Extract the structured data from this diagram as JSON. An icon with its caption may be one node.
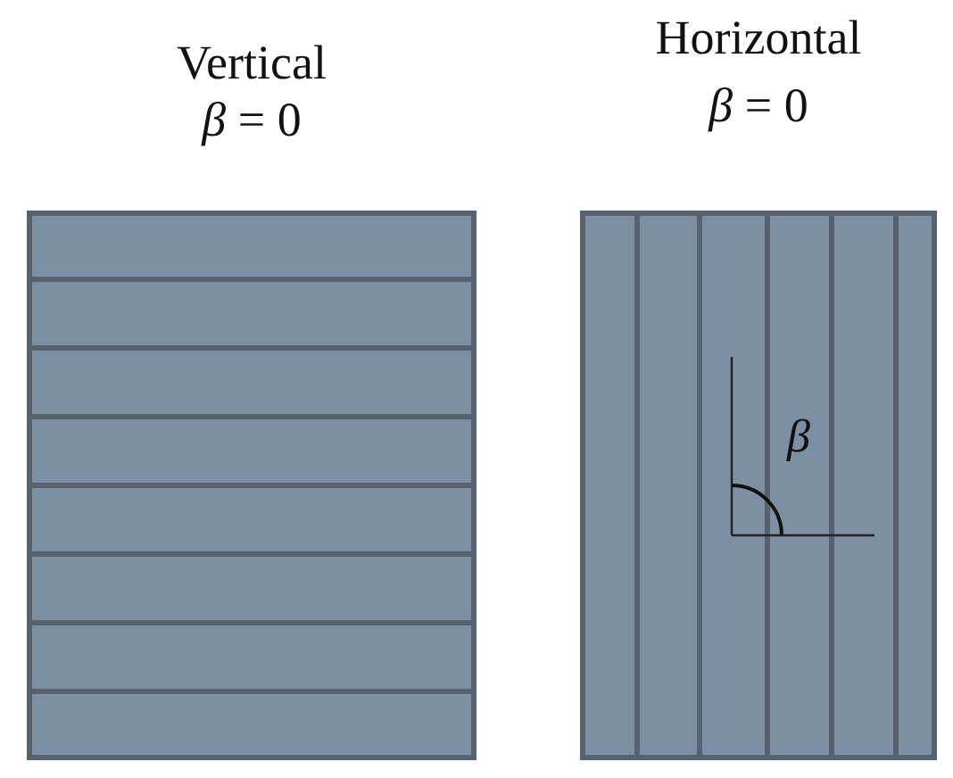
{
  "diagram": {
    "nodes": [
      {
        "text": [
          "Vertical",
          "*β* = 0"
        ]
      },
      {
        "text": [
          "Horizontal",
          "*β* = 0",
          "*β*"
        ]
      }
    ]
  }
}
